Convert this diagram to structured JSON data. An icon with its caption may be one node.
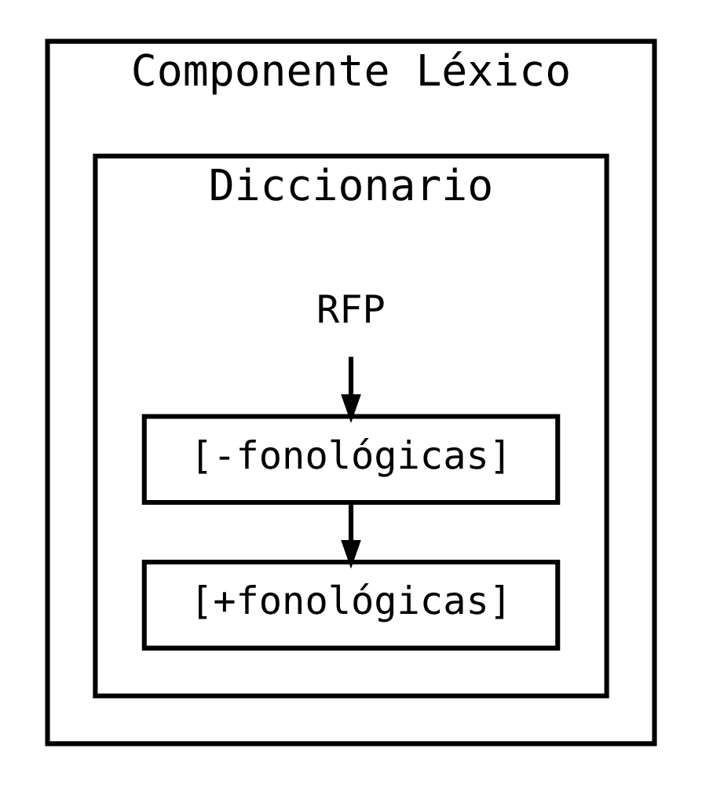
{
  "diagram": {
    "nodes": [
      {
        "text": [
          "Componente Léxico"
        ]
      },
      {
        "text": [
          "Diccionario"
        ],
        "in": 0
      },
      {
        "text": [
          "RFP"
        ],
        "in": 1
      },
      {
        "text": [
          "[-fonológicas]"
        ],
        "in": 1
      },
      {
        "text": [
          "[+fonológicas]"
        ],
        "in": 1
      }
    ],
    "edges": [
      {
        "from": 2,
        "to": 3,
        "arrow": "to"
      },
      {
        "from": 3,
        "to": 4,
        "arrow": "to"
      }
    ]
  }
}
